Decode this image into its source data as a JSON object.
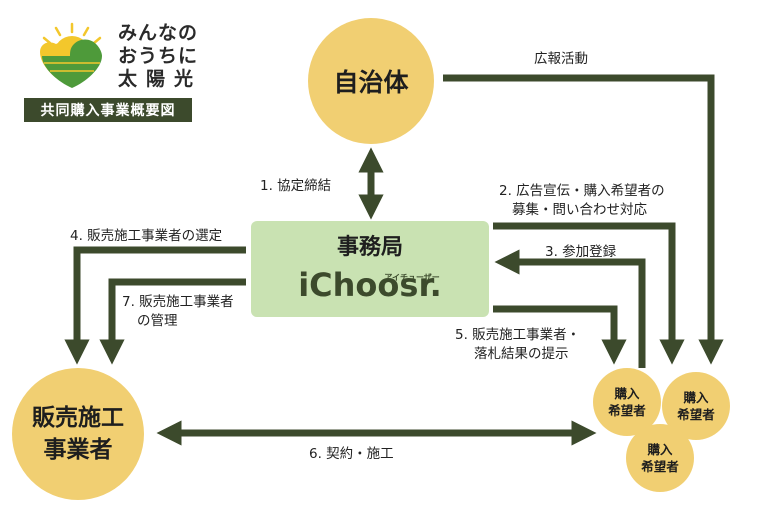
{
  "logo": {
    "line1": "みんなの",
    "line2": "おうちに",
    "line3": "太陽光",
    "badge": "共同購入事業概要図"
  },
  "nodes": {
    "municipality": "自治体",
    "office_title": "事務局",
    "office_brand": "iChoosr.",
    "office_brand_kana": "アイチューザー",
    "installer_line1": "販売施工",
    "installer_line2": "事業者",
    "buyer_line1": "購入",
    "buyer_line2": "希望者"
  },
  "labels": {
    "pr": "広報活動",
    "agreement": "1. 協定締結",
    "recruit_line1": "2. 広告宣伝・購入希望者の",
    "recruit_line2": "募集・問い合わせ対応",
    "register": "3. 参加登録",
    "select": "4. 販売施工事業者の選定",
    "present_line1": "5. 販売施工事業者・",
    "present_line2": "落札結果の提示",
    "contract": "6. 契約・施工",
    "manage_line1": "7. 販売施工事業者",
    "manage_line2": "の管理"
  },
  "colors": {
    "node_fill": "#f1cf72",
    "office_fill": "#c9e2b2",
    "arrow": "#3c4a2c",
    "logo_green": "#4e9a3a",
    "logo_yellow": "#f3c72c"
  }
}
